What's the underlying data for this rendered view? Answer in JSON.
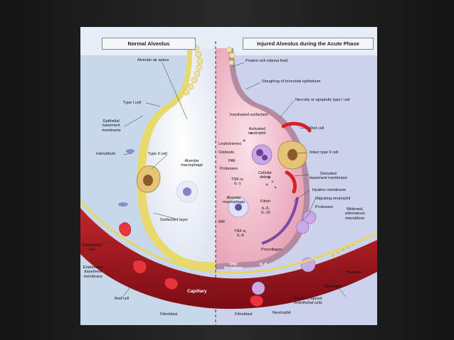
{
  "figure": {
    "left_title": "Normal Alveolus",
    "right_title": "Injured Alveolus during the Acute Phase",
    "labels": {
      "alveolar_air_space": "Alveolar air space",
      "type1_cell": "Type I cell",
      "epithelial_bm_1": "Epithelial",
      "epithelial_bm_2": "basement",
      "epithelial_bm_3": "membrane",
      "interstitium": "Interstitium",
      "type2_cell": "Type II cell",
      "alv_macro_1": "Alveolar",
      "alv_macro_2": "macrophage",
      "surfactant_layer": "Surfactant layer",
      "endothelial_cell_1": "Endothelial",
      "endothelial_cell_2": "cell",
      "endo_bm_1": "Endothelial",
      "endo_bm_2": "basement",
      "endo_bm_3": "membrane",
      "red_cell_left": "Red cell",
      "capillary": "Capillary",
      "fibroblast_left": "Fibroblast",
      "protein_edema": "Protein-rich edema fluid",
      "sloughing": "Sloughing of bronchial epithelium",
      "necrotic": "Necrotic or apoptotic type I cell",
      "inactivated_surfactant": "Inactivated surfactant",
      "activated_neutrophil_1": "Activated",
      "activated_neutrophil_2": "neutrophil",
      "red_cell_right": "Red cell",
      "leukotrienes": "Leukotrienes",
      "oxidants": "Oxidants",
      "paf": "PAF",
      "proteases": "Proteases",
      "intact_type2": "Intact type II cell",
      "cellular_debris_1": "Cellular",
      "cellular_debris_2": "debris",
      "denuded_bm_1": "Denuded",
      "denuded_bm_2": "basement membrane",
      "tnf_il1_1": "TNF-α,",
      "tnf_il1_2": "IL-1",
      "hyaline_membrane": "Hyaline membrane",
      "alv_macro_r_1": "Alveolar",
      "alv_macro_r_2": "macrophage",
      "fibrin": "Fibrin",
      "migrating_neutrophil": "Migrating neutrophil",
      "il6_il10_1": "IL-6,",
      "il6_il10_2": "IL-10",
      "proteases_r": "Proteases",
      "widened_1": "Widened,",
      "widened_2": "edematous",
      "widened_3": "interstitium",
      "mif": "MIF",
      "tnf_il8_1": "TNF-α,",
      "tnf_il8_2": "IL-8",
      "procollagen": "Procollagen",
      "gap_formation_1": "Gap",
      "gap_formation_2": "formation",
      "il8": "IL-8",
      "platelets": "Platelets",
      "neutrophil_right": "Neutrophil",
      "swollen_1": "Swollen, injured",
      "swollen_2": "endothelial cells",
      "fibroblast_right": "Fibroblast",
      "neutrophil_bottom": "Neutrophil"
    }
  },
  "colors": {
    "panel_bg": "#e7eef6",
    "alveolus_normal": "#f3f5fb",
    "edema": "#f2c7d3",
    "epithelium": "#e6d765",
    "capillary": "#a5151e",
    "red_cell": "#d9202a",
    "neutrophil": "#c9a8e4"
  }
}
